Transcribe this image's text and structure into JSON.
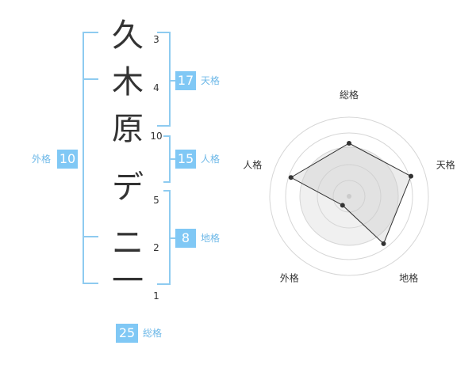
{
  "name_chars": [
    {
      "char": "久",
      "strokes": "3"
    },
    {
      "char": "木",
      "strokes": "4"
    },
    {
      "char": "原",
      "strokes": "10"
    },
    {
      "char": "デ",
      "strokes": "5"
    },
    {
      "char": "ニ",
      "strokes": "2"
    },
    {
      "char": "一",
      "strokes": "1"
    }
  ],
  "scores": {
    "tenkaku": {
      "label": "天格",
      "value": "17"
    },
    "jinkaku": {
      "label": "人格",
      "value": "15"
    },
    "chikaku": {
      "label": "地格",
      "value": "8"
    },
    "gaikaku": {
      "label": "外格",
      "value": "10"
    },
    "soukaku": {
      "label": "総格",
      "value": "25"
    }
  },
  "colors": {
    "accent": "#80c8f5",
    "bracket": "#8ecbf0",
    "text": "#333333"
  },
  "chart_data": {
    "type": "radar",
    "axes": [
      "総格",
      "天格",
      "地格",
      "外格",
      "人格"
    ],
    "values": [
      0.67,
      0.82,
      0.74,
      0.14,
      0.77
    ],
    "range": [
      0,
      1
    ],
    "rings": 5
  }
}
